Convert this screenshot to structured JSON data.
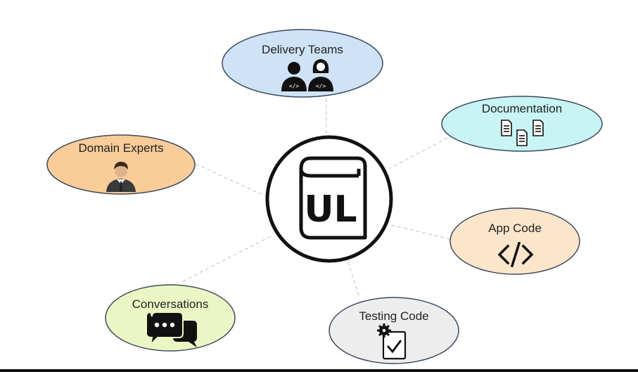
{
  "center": {
    "label": "UL",
    "icon": "book-icon"
  },
  "nodes": [
    {
      "id": "delivery-teams",
      "label": "Delivery Teams",
      "icon": "developers-icon",
      "fill": "#CFE3F7"
    },
    {
      "id": "documentation",
      "label": "Documentation",
      "icon": "documents-icon",
      "fill": "#C8F4F4"
    },
    {
      "id": "app-code",
      "label": "App Code",
      "icon": "code-icon",
      "fill": "#FBE6CC"
    },
    {
      "id": "testing-code",
      "label": "Testing Code",
      "icon": "test-checklist-icon",
      "fill": "#EDEDED"
    },
    {
      "id": "conversations",
      "label": "Conversations",
      "icon": "chat-bubbles-icon",
      "fill": "#EAF7C4"
    },
    {
      "id": "domain-experts",
      "label": "Domain Experts",
      "icon": "businessman-icon",
      "fill": "#F9CC99"
    }
  ],
  "colors": {
    "ellipse_stroke": "#3B4A5C",
    "connector": "#C8C8C8",
    "icon": "#111111"
  }
}
